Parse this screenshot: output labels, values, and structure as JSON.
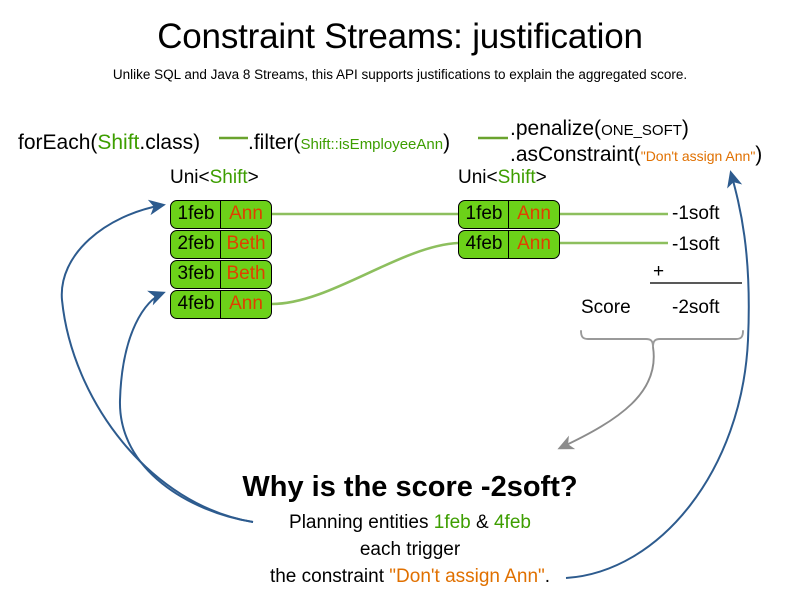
{
  "slide": {
    "title": "Constraint Streams: justification",
    "subtitle": "Unlike SQL and Java 8 Streams, this API supports justifications to explain the aggregated score."
  },
  "pipeline": {
    "foreach": {
      "call": "forEach(",
      "type": "Shift",
      "tail": ".class)"
    },
    "filter": {
      "call": ".filter(",
      "ref_type": "Shift",
      "ref_method": "::isEmployeeAnn",
      "tail": ")"
    },
    "penalize": {
      "call": ".penalize(",
      "arg": "ONE_SOFT",
      "tail": ")"
    },
    "as_constraint": {
      "call": ".asConstraint(",
      "arg": "\"Don't assign Ann\"",
      "tail": ")"
    },
    "stream_label_left": {
      "prefix": "Uni<",
      "type": "Shift",
      "suffix": ">"
    },
    "stream_label_right": {
      "prefix": "Uni<",
      "type": "Shift",
      "suffix": ">"
    }
  },
  "facts_in": {
    "columns": [
      "date",
      "employee"
    ],
    "rows": [
      {
        "date": "1feb",
        "employee": "Ann"
      },
      {
        "date": "2feb",
        "employee": "Beth"
      },
      {
        "date": "3feb",
        "employee": "Beth"
      },
      {
        "date": "4feb",
        "employee": "Ann"
      }
    ]
  },
  "facts_out": {
    "columns": [
      "date",
      "employee"
    ],
    "rows": [
      {
        "date": "1feb",
        "employee": "Ann"
      },
      {
        "date": "4feb",
        "employee": "Ann"
      }
    ]
  },
  "score": {
    "impacts": [
      "-1soft",
      "-1soft"
    ],
    "operator": "+",
    "label": "Score",
    "total": "-2soft"
  },
  "justification": {
    "heading": "Why is the score -2soft?",
    "line1_pre": "Planning entities ",
    "line1_entity_a": "1feb",
    "line1_amp": " & ",
    "line1_entity_b": "4feb",
    "line2": "each trigger",
    "line3_pre": "the constraint ",
    "line3_constraint": "\"Don't assign Ann\"",
    "line3_post": "."
  },
  "colors": {
    "type_green": "#3d9e00",
    "box_green": "#6cd119",
    "connector_green": "#8dbf5e",
    "employee_orange": "#e04000",
    "constraint_orange": "#e07000",
    "arrow_blue": "#2d5b8e",
    "brace_gray": "#9a9a9a",
    "background": "#ffffff"
  }
}
